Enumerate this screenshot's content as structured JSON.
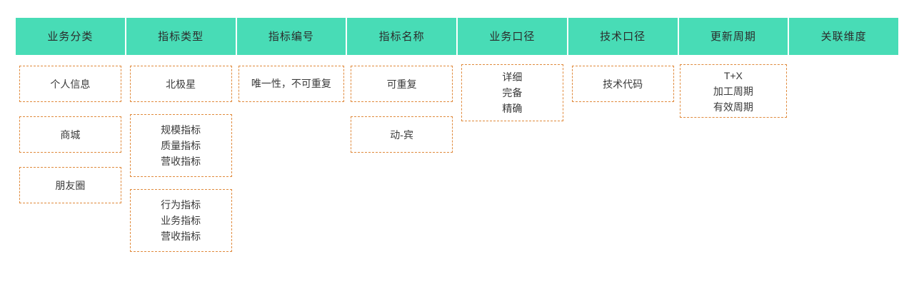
{
  "theme": {
    "header_bg": "#48dcb6",
    "card_border": "#e08a3c",
    "card_bg": "#ffffff",
    "text": "#2b2b2b",
    "page_bg": "#ffffff"
  },
  "table": {
    "columns": [
      {
        "header": "业务分类",
        "cards": [
          {
            "lines": [
              "个人信息"
            ]
          },
          {
            "lines": [
              "商城"
            ]
          },
          {
            "lines": [
              "朋友圈"
            ]
          }
        ]
      },
      {
        "header": "指标类型",
        "cards": [
          {
            "lines": [
              "北极星"
            ]
          },
          {
            "lines": [
              "规模指标",
              "质量指标",
              "营收指标"
            ]
          },
          {
            "lines": [
              "行为指标",
              "业务指标",
              "营收指标"
            ]
          }
        ]
      },
      {
        "header": "指标编号",
        "cards": [
          {
            "lines": [
              "唯一性，不可重复"
            ]
          }
        ]
      },
      {
        "header": "指标名称",
        "cards": [
          {
            "lines": [
              "可重复"
            ]
          },
          {
            "lines": [
              "动-宾"
            ]
          }
        ]
      },
      {
        "header": "业务口径",
        "cards": [
          {
            "lines": [
              "详细",
              "完备",
              "精确"
            ]
          }
        ]
      },
      {
        "header": "技术口径",
        "cards": [
          {
            "lines": [
              "技术代码"
            ]
          }
        ]
      },
      {
        "header": "更新周期",
        "cards": [
          {
            "lines": [
              "T+X",
              "加工周期",
              "有效周期"
            ]
          }
        ]
      },
      {
        "header": "关联维度",
        "cards": []
      }
    ]
  }
}
